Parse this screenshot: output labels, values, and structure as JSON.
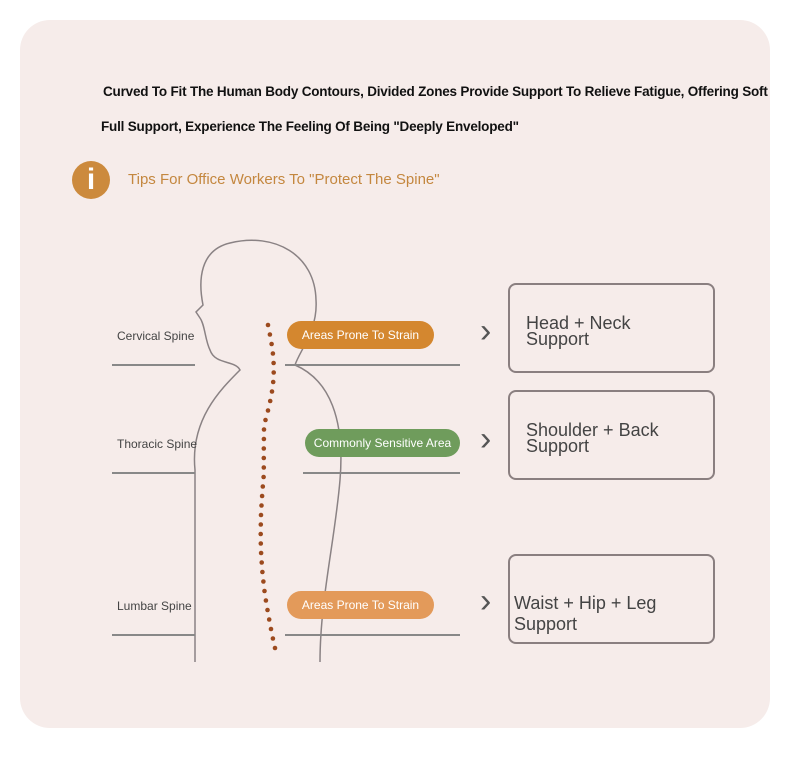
{
  "intro": {
    "line1": "Curved To Fit The Human Body Contours, Divided Zones Provide Support To Relieve Fatigue, Offering Soft",
    "line2": "Full Support, Experience The Feeling Of Being \"Deeply Enveloped\""
  },
  "tip": {
    "icon": "info-icon",
    "icon_glyph": "i",
    "text": "Tips For Office Workers To \"Protect The Spine\""
  },
  "zones": [
    {
      "label": "Cervical Spine",
      "pill": "Areas Prone To Strain",
      "support_line1": "Head + Neck",
      "support_line2": "Support",
      "color": "#d4872f"
    },
    {
      "label": "Thoracic Spine",
      "pill": "Commonly Sensitive Area",
      "support_line1": "Shoulder + Back",
      "support_line2": "Support",
      "color": "#6f9c5c"
    },
    {
      "label": "Lumbar Spine",
      "pill": "Areas Prone To Strain",
      "support_line1": "Waist + Hip + Leg Support",
      "support_line2": "",
      "color": "#e39a5a"
    }
  ],
  "chevron": "›"
}
